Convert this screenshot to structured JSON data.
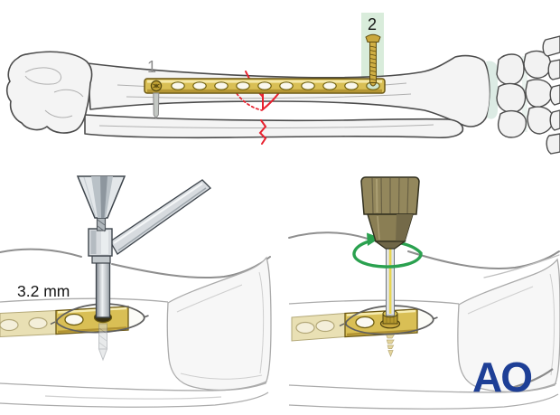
{
  "overview": {
    "step1_label": "1",
    "step2_label": "2"
  },
  "drilling": {
    "size_label": "3.2 mm"
  },
  "logo": {
    "text": "AO"
  },
  "colors": {
    "plate_gold": "#d9bf55",
    "plate_gold_dark": "#6b5712",
    "plate_highlight": "#f6ecb0",
    "plate_shadow": "#a8882a",
    "plate_muted": "#e9e0b4",
    "bone_fill": "#f4f4f4",
    "bone_outline": "#4c4c4c",
    "bone_inner": "#b5b5b5",
    "skin_line": "#8f8f8f",
    "fracture_red": "#e8212e",
    "highlight_green": "#d9ecdb",
    "hole_green": "#cfe5cf",
    "rotation_green": "#2aa14f",
    "steel_light": "#e3e7ea",
    "steel_mid": "#b9c1c7",
    "steel_dark": "#3c434a",
    "handle_khaki": "#93875c",
    "handle_khaki_dark": "#6a6144",
    "screw_gold": "#cfae44",
    "yellow_core": "#e8d552",
    "cartilage_tint": "#dcebe4",
    "logo_blue": "#1e3f96",
    "label_gray": "#8c8c8c",
    "text_black": "#141414"
  }
}
